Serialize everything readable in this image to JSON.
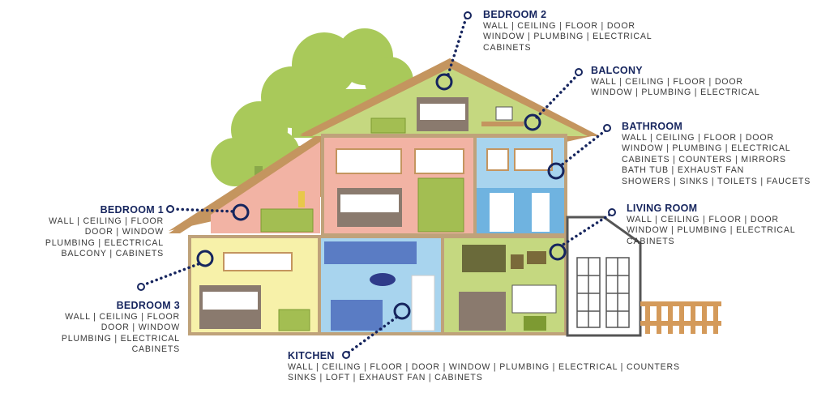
{
  "colors": {
    "navy": "#16255e",
    "roof": "#c4955f",
    "wall_outline": "#bfa27a",
    "tree": "#a9c95a",
    "pink_room": "#f2b3a4",
    "green_room": "#c5d880",
    "blue_room": "#a8d4ee",
    "yellow_room": "#f7f1a9",
    "furniture_green": "#a3be52"
  },
  "callouts": {
    "bedroom2": {
      "title": "BEDROOM 2",
      "features": "WALL | CEILING | FLOOR | DOOR\nWINDOW | PLUMBING | ELECTRICAL\nCABINETS"
    },
    "balcony": {
      "title": "BALCONY",
      "features": "WALL | CEILING | FLOOR | DOOR\nWINDOW | PLUMBING | ELECTRICAL"
    },
    "bathroom": {
      "title": "BATHROOM",
      "features": "WALL | CEILING | FLOOR | DOOR\nWINDOW | PLUMBING | ELECTRICAL\nCABINETS | COUNTERS | MIRRORS\nBATH TUB | EXHAUST FAN\nSHOWERS | SINKS | TOILETS | FAUCETS"
    },
    "bedroom1": {
      "title": "BEDROOM 1",
      "features": "WALL | CEILING | FLOOR\nDOOR | WINDOW\nPLUMBING | ELECTRICAL\nBALCONY | CABINETS"
    },
    "living_room": {
      "title": "LIVING ROOM",
      "features": "WALL | CEILING | FLOOR | DOOR\nWINDOW | PLUMBING | ELECTRICAL\nCABINETS"
    },
    "bedroom3": {
      "title": "BEDROOM 3",
      "features": "WALL | CEILING | FLOOR\nDOOR | WINDOW\nPLUMBING | ELECTRICAL\nCABINETS"
    },
    "kitchen": {
      "title": "KITCHEN",
      "features": "WALL | CEILING | FLOOR | DOOR | WINDOW | PLUMBING | ELECTRICAL | COUNTERS\nSINKS | LOFT | EXHAUST FAN | CABINETS"
    }
  }
}
